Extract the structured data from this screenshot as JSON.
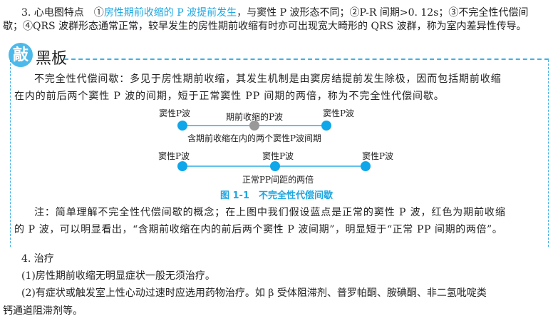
{
  "section3": {
    "prefix": "3. 心电图特点　①",
    "highlight": "房性期前收缩的 P 波提前发生",
    "rest": "，与窦性 P 波形态不同；②P-R 间期>0. 12s；③不完全性代偿间",
    "line2": "歇；④QRS 波群形态通常正常，较早发生的房性期前收缩有时亦可出现宽大畸形的 QRS 波群，称为室内差异性传导。"
  },
  "blackboard": {
    "badge": "敲",
    "title": "黑板",
    "para_line1": "不完全性代偿间歇：多见于房性期前收缩，其发生机制是由窦房结提前发生除极，因而包括期前收缩",
    "para_line2": "在内的前后两个窦性 P 波的间期，短于正常窦性 PP 间期的两倍，称为不完全性代偿间歇。",
    "figure": {
      "row1": {
        "labels": [
          "窦性P波",
          "期前收缩的P波",
          "窦性P波"
        ],
        "caption": "含期前收缩在内的两个窦性P波间期",
        "dot_colors": [
          "#0fa7ea",
          "#999999",
          "#0fa7ea"
        ]
      },
      "row2": {
        "labels": [
          "窦性P波",
          "窦性P波",
          "窦性P波"
        ],
        "caption": "正常PP间距的两倍"
      },
      "title": "图 1-1　不完全性代偿间歇"
    },
    "note_line1": "注：简单理解不完全性代偿间歇的概念；在上图中我们假设蓝点是正常的窦性 P 波，红色为期前收缩",
    "note_line2": "的 P 波，可以明显看出，“含期前收缩在内的前后两个窦性 P 波间期”，明显短于“正常 PP 间期的两倍”。"
  },
  "section4": {
    "title": "4. 治疗",
    "items": [
      "(1)房性期前收缩无明显症状一般无须治疗。",
      "(2)有症状或触发室上性心动过速时应选用药物治疗。如 β 受体阻滞剂、普罗帕酮、胺碘酮、非二氢吡啶类",
      "钙通道阻滞剂等。"
    ]
  }
}
